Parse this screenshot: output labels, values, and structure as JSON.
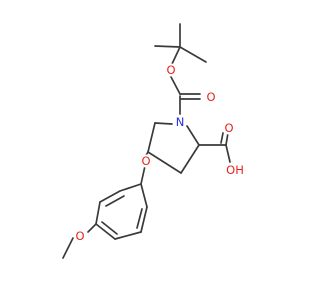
{
  "structure": {
    "colors": {
      "bond": "#3a3a3a",
      "oxygen": "#e8231d",
      "nitrogen": "#2a2ae6"
    },
    "atom_labels": {
      "o_ester": "O",
      "o_carbonyl_boc": "O",
      "n_ring": "N",
      "o_carbonyl_acid": "O",
      "oh_acid": "OH",
      "o_ether": "O",
      "o_methoxy": "O"
    }
  }
}
